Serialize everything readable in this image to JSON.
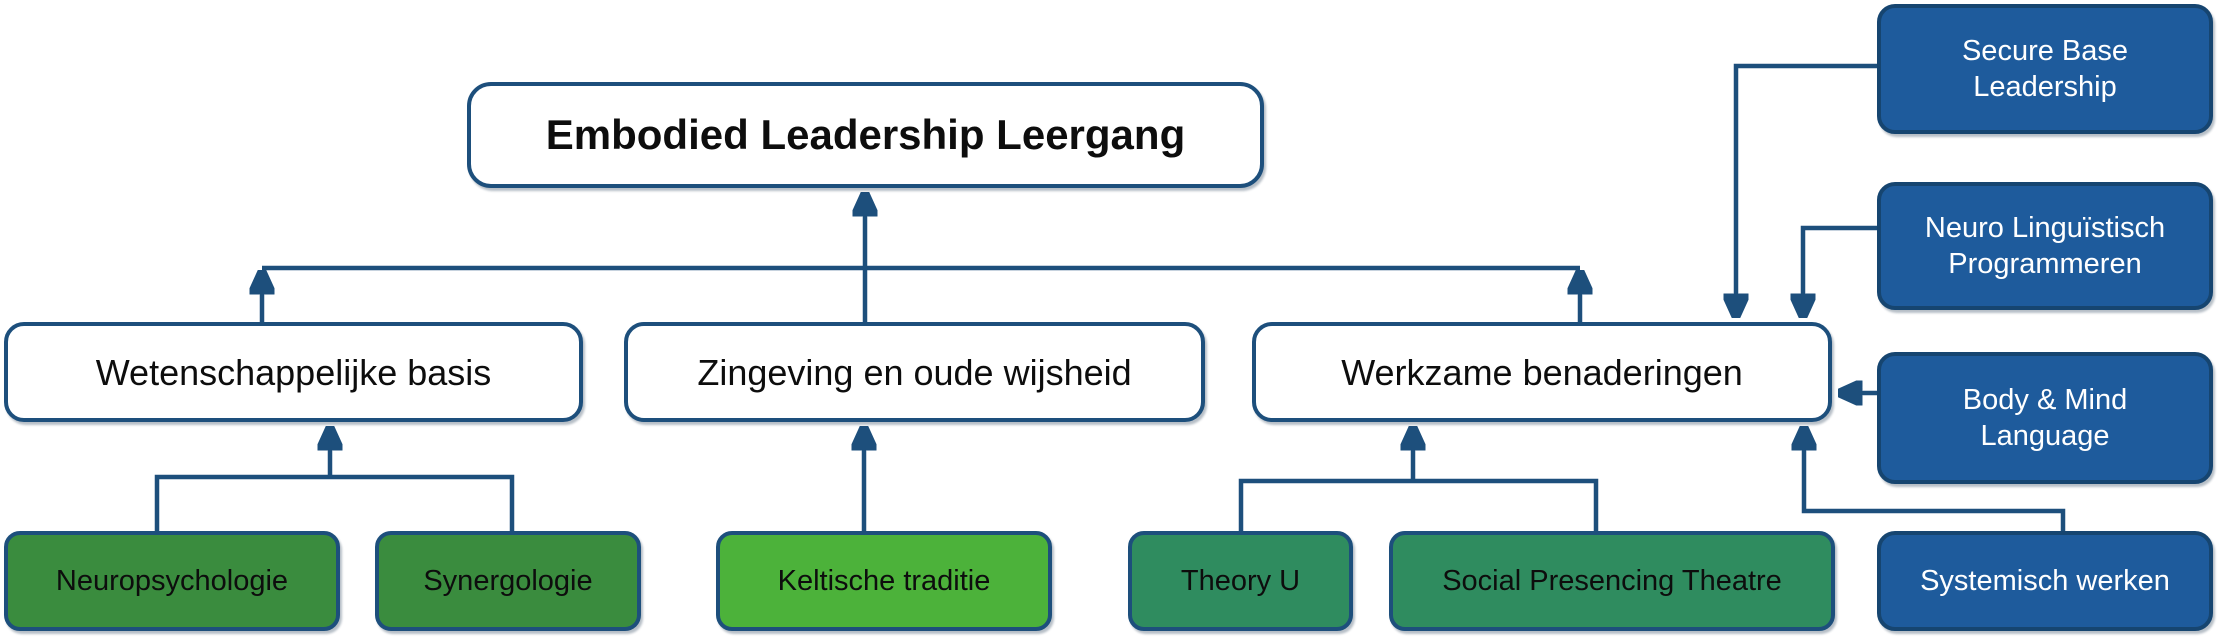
{
  "diagram": {
    "title": {
      "label": "Embodied Leadership Leergang"
    },
    "pillars": [
      {
        "id": "wetenschappelijke-basis",
        "label": "Wetenschappelijke basis"
      },
      {
        "id": "zingeving-en-oude-wijsheid",
        "label": "Zingeving en oude wijsheid"
      },
      {
        "id": "werkzame-benaderingen",
        "label": "Werkzame benaderingen"
      }
    ],
    "foundations": [
      {
        "id": "neuropsychologie",
        "label": "Neuropsychologie",
        "color": "#3a8c3e",
        "parent": "wetenschappelijke-basis"
      },
      {
        "id": "synergologie",
        "label": "Synergologie",
        "color": "#3a8c3e",
        "parent": "wetenschappelijke-basis"
      },
      {
        "id": "keltische-traditie",
        "label": "Keltische traditie",
        "color": "#4cb23a",
        "parent": "zingeving-en-oude-wijsheid"
      },
      {
        "id": "theory-u",
        "label": "Theory U",
        "color": "#2f8c5f",
        "parent": "werkzame-benaderingen"
      },
      {
        "id": "social-presencing-theatre",
        "label": "Social Presencing Theatre",
        "color": "#2f8c5f",
        "parent": "werkzame-benaderingen"
      }
    ],
    "methods": [
      {
        "id": "secure-base-leadership",
        "label": "Secure Base Leadership",
        "target": "werkzame-benaderingen"
      },
      {
        "id": "neuro-linguistisch-programmeren",
        "label": "Neuro Linguïstisch Programmeren",
        "target": "werkzame-benaderingen"
      },
      {
        "id": "body-mind-language",
        "label": "Body & Mind Language",
        "target": "werkzame-benaderingen"
      },
      {
        "id": "systemisch-werken",
        "label": "Systemisch werken",
        "target": "werkzame-benaderingen"
      }
    ],
    "colors": {
      "line_and_border": "#1d4f7c",
      "blue_fill": "#1e5b9c",
      "blue_border": "#164570",
      "green_forest": "#3a8c3e",
      "green_bright": "#4cb23a",
      "green_sea": "#2f8c5f",
      "text_dark": "#0d0d0d",
      "text_light": "#ffffff",
      "background": "#ffffff"
    }
  }
}
